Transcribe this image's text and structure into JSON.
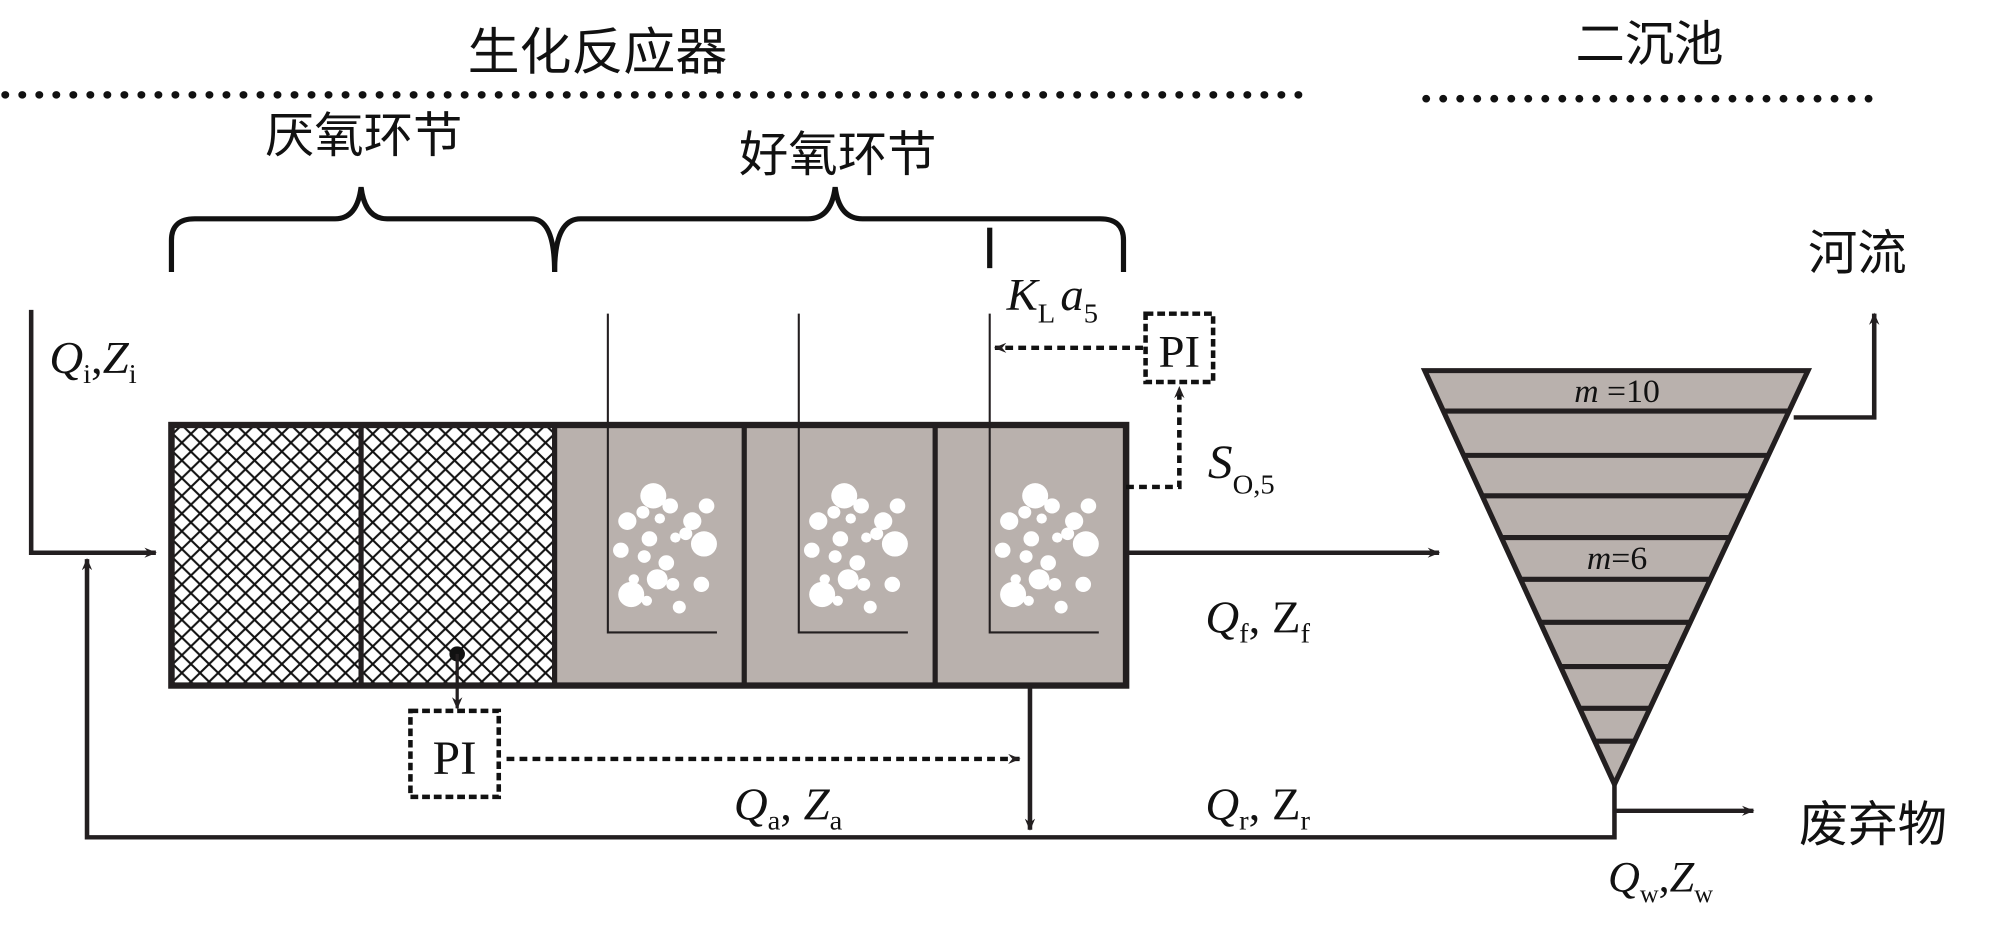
{
  "titles": {
    "reactor": "生化反应器",
    "clarifier": "二沉池"
  },
  "zones": {
    "anaerobic": "厌氧环节",
    "aerobic": "好氧环节"
  },
  "outlets": {
    "river": "河流",
    "waste": "废弃物"
  },
  "controllers": {
    "pi1": "PI",
    "pi2": "PI"
  },
  "flows": {
    "inlet": {
      "Q": "Q",
      "Qsub": "i",
      "sep": ",",
      "Z": "Z",
      "Zsub": "i"
    },
    "feed": {
      "Q": "Q",
      "Qsub": "f",
      "sep": ", ",
      "Z": "Z",
      "Zsub": "f"
    },
    "internal": {
      "Q": "Q",
      "Qsub": "a",
      "sep": ", ",
      "Z": "Z",
      "Zsub": "a"
    },
    "recycle": {
      "Q": "Q",
      "Qsub": "r",
      "sep": ", ",
      "Z": "Z",
      "Zsub": "r"
    },
    "waste": {
      "Q": "Q",
      "Qsub": "w",
      "sep": ",",
      "Z": "Z",
      "Zsub": "w"
    }
  },
  "signals": {
    "kla": {
      "K": "K",
      "Ksub": "L",
      "a": "a",
      "asub": "5"
    },
    "so": {
      "S": "S",
      "Ssub": "O,5"
    }
  },
  "layers": {
    "top": {
      "m": "m",
      "eq": " =10"
    },
    "mid": {
      "m": "m",
      "eq": "=6"
    }
  },
  "colors": {
    "tank_fill": "#b9b1ad",
    "line": "#231f20"
  }
}
